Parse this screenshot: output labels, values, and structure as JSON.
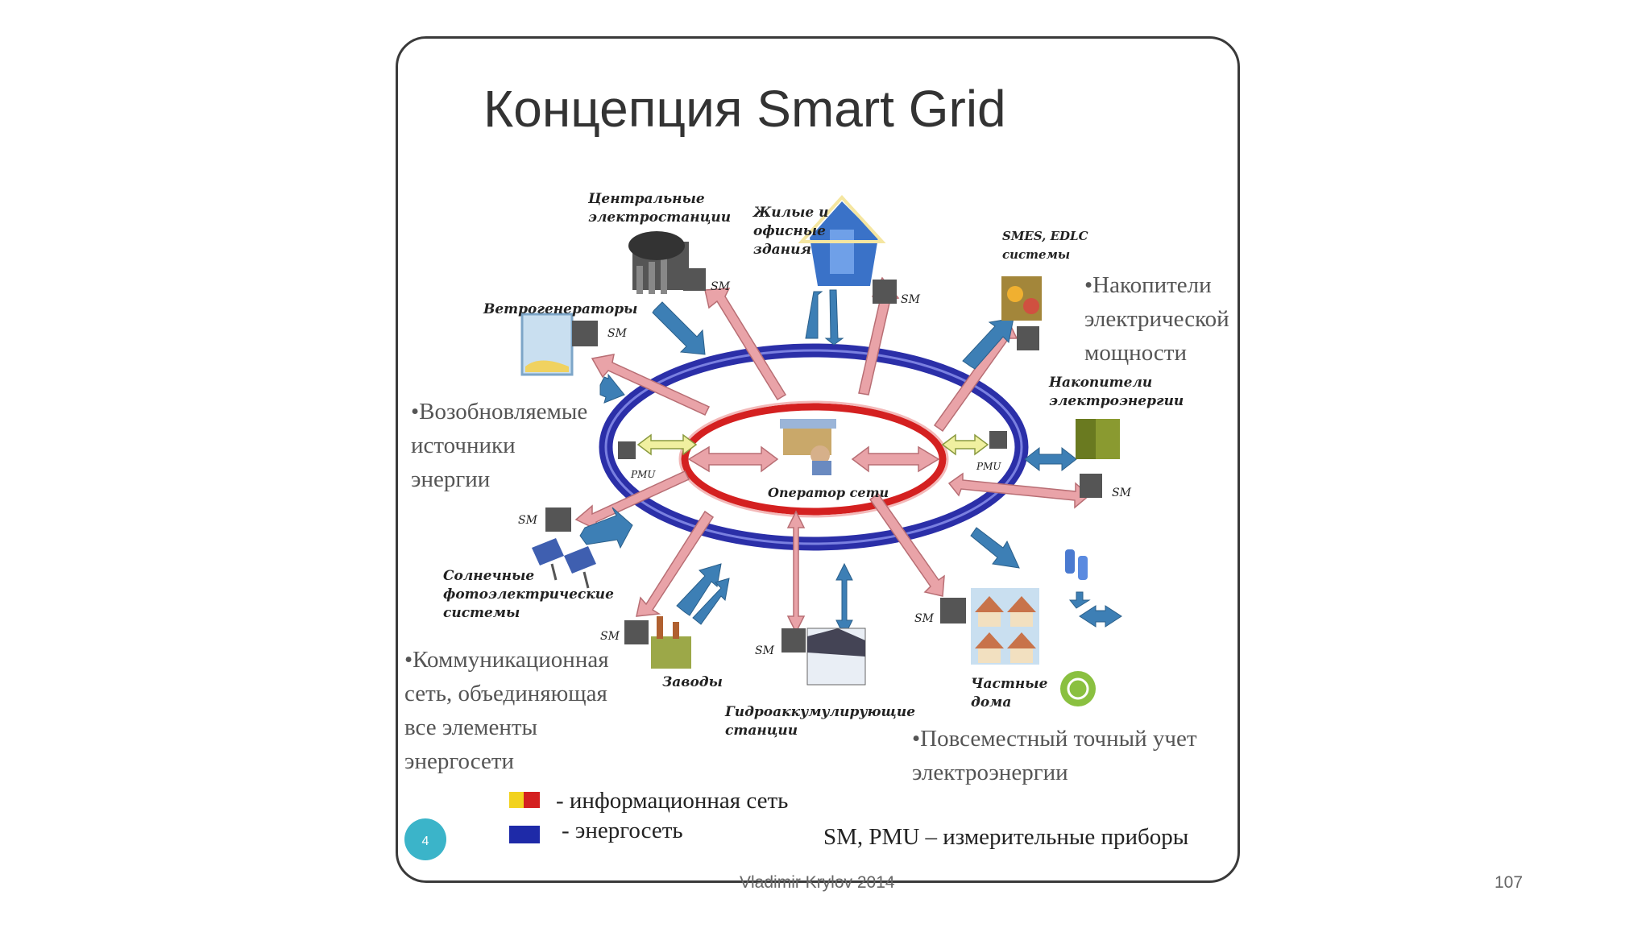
{
  "slide": {
    "title": "Концепция Smart Grid",
    "footer_author": "Vladimir Krylov 2014",
    "page_number": "107",
    "slide_badge": "4"
  },
  "diagram": {
    "center_label": "Оператор сети",
    "nodes": {
      "central_plants": "Центральные\nэлектростанции",
      "residential": "Жилые и\nофисные\nздания",
      "smes": "SMES, EDLC\nсистемы",
      "wind": "Ветрогенераторы",
      "storage": "Накопители\nэлектроэнергии",
      "solar": "Солнечные\nфотоэлектрические\nсистемы",
      "factories": "Заводы",
      "hydro": "Гидроаккумулирующие\nстанции",
      "private_homes": "Частные\nдома"
    },
    "meter_labels": {
      "sm": "SM",
      "pmu": "PMU"
    },
    "bullets": {
      "renewables": "•Возобновляемые\nисточники\nэнергии",
      "storage_power": "•Накопители\nэлектрической\nмощности",
      "communication": "•Коммуникационная\nсеть, объединяющая\nвсе элементы\nэнергосети",
      "metering": "•Повсеместный точный учет\nэлектроэнергии"
    },
    "legend": {
      "info_net": "- информационная сеть",
      "power_net": "- энергосеть",
      "instruments": "SM, PMU – измерительные приборы"
    },
    "colors": {
      "power_ring": "#2b2fa8",
      "info_ring": "#d42020",
      "blue_arrow": "#3d7fb5",
      "pink_arrow": "#e9a3a8",
      "badge": "#3bb4c9"
    }
  }
}
